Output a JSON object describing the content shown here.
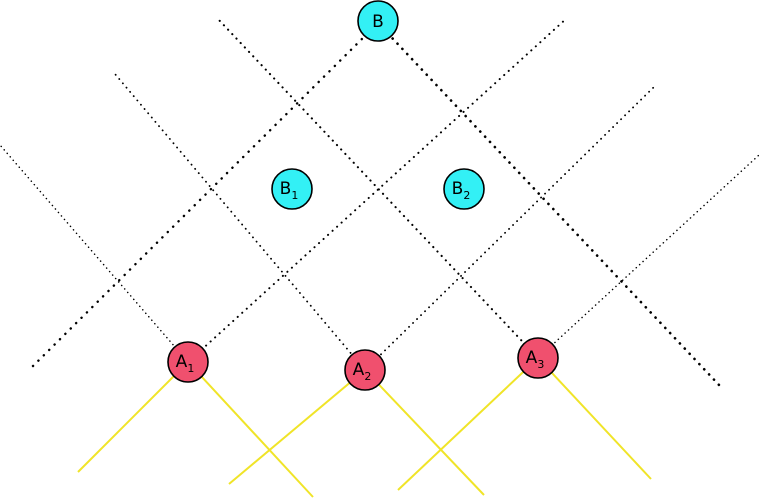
{
  "nodes": {
    "b": {
      "label": "B",
      "sub": ""
    },
    "b1": {
      "label": "B",
      "sub": "1"
    },
    "b2": {
      "label": "B",
      "sub": "2"
    },
    "a1": {
      "label": "A",
      "sub": "1"
    },
    "a2": {
      "label": "A",
      "sub": "2"
    },
    "a3": {
      "label": "A",
      "sub": "3"
    }
  },
  "colors": {
    "b_fill": "#33f0f5",
    "a_fill": "#f0506e",
    "node_stroke": "#000000",
    "light_ray": "#f0e428",
    "dotted_line": "#000000",
    "background": "#ffffff"
  }
}
